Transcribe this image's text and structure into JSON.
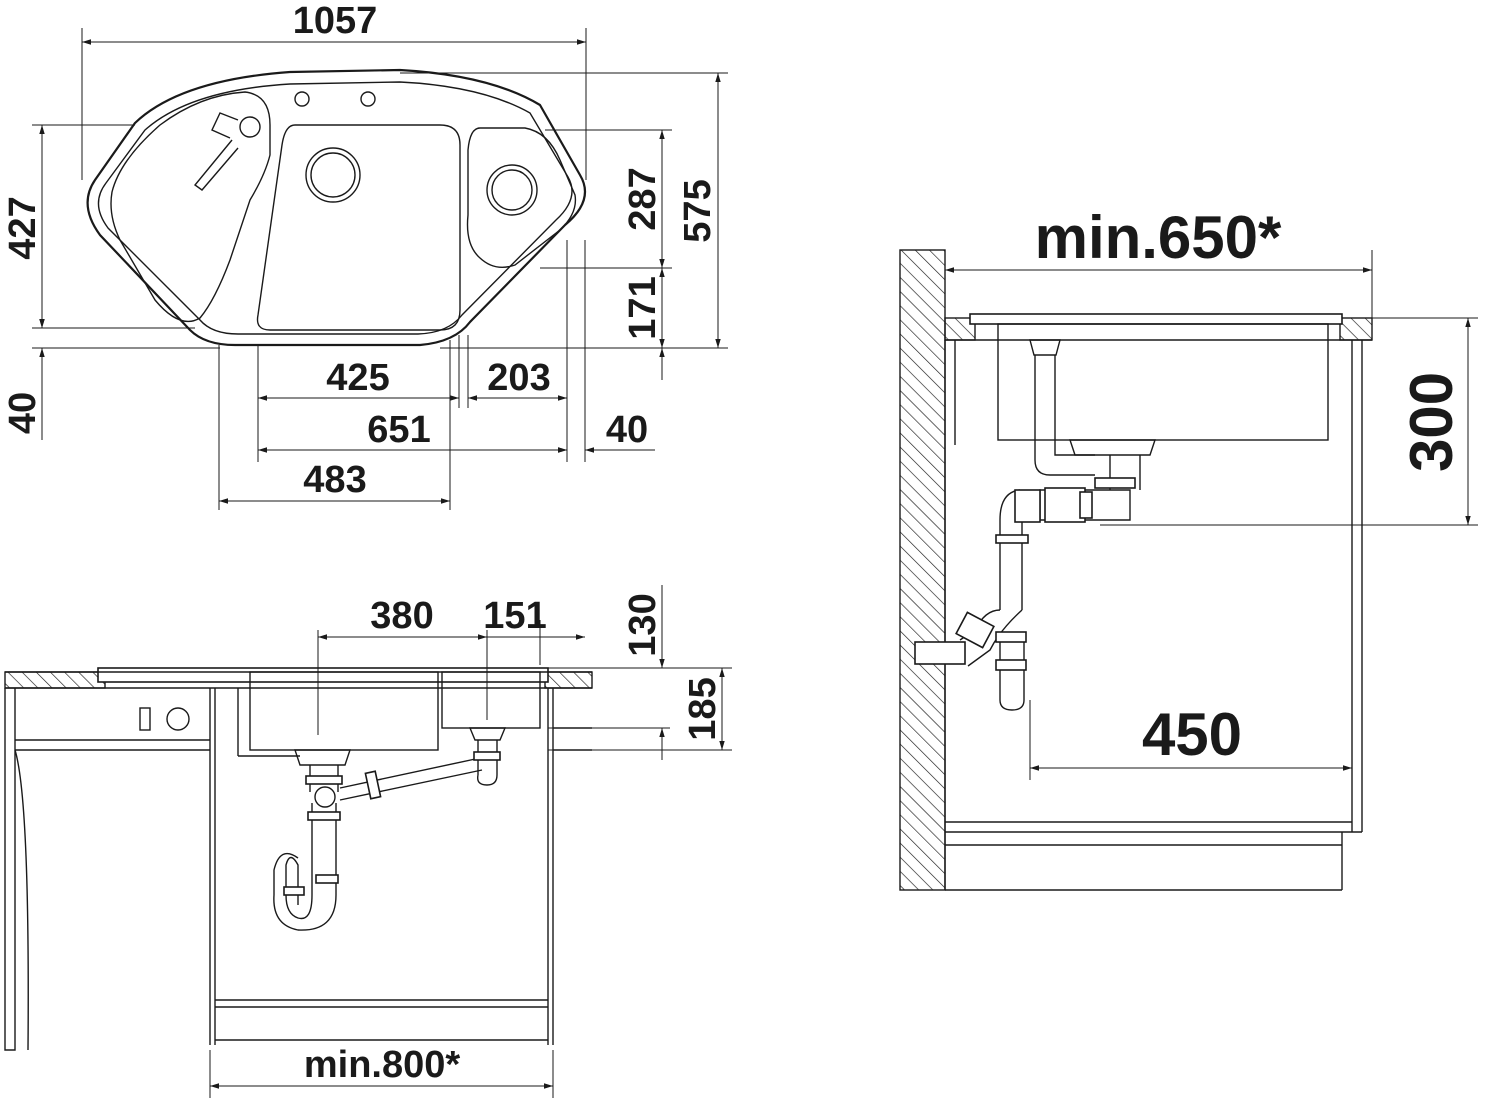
{
  "top_view": {
    "width_total": "1057",
    "depth_left": "427",
    "depth_right_upper": "287",
    "depth_total": "575",
    "depth_right_lower": "171",
    "front_offset": "40",
    "bowl_main_width": "425",
    "bowl_small_width": "203",
    "span_651": "651",
    "right_offset": "40",
    "span_483": "483"
  },
  "front_view": {
    "bowl_centre_spacing": "380",
    "small_bowl_offset": "151",
    "height_130": "130",
    "height_185": "185",
    "cabinet_min_width": "min.800*"
  },
  "side_view": {
    "cabinet_min_depth": "min.650*",
    "drain_height": "300",
    "drain_distance": "450"
  }
}
